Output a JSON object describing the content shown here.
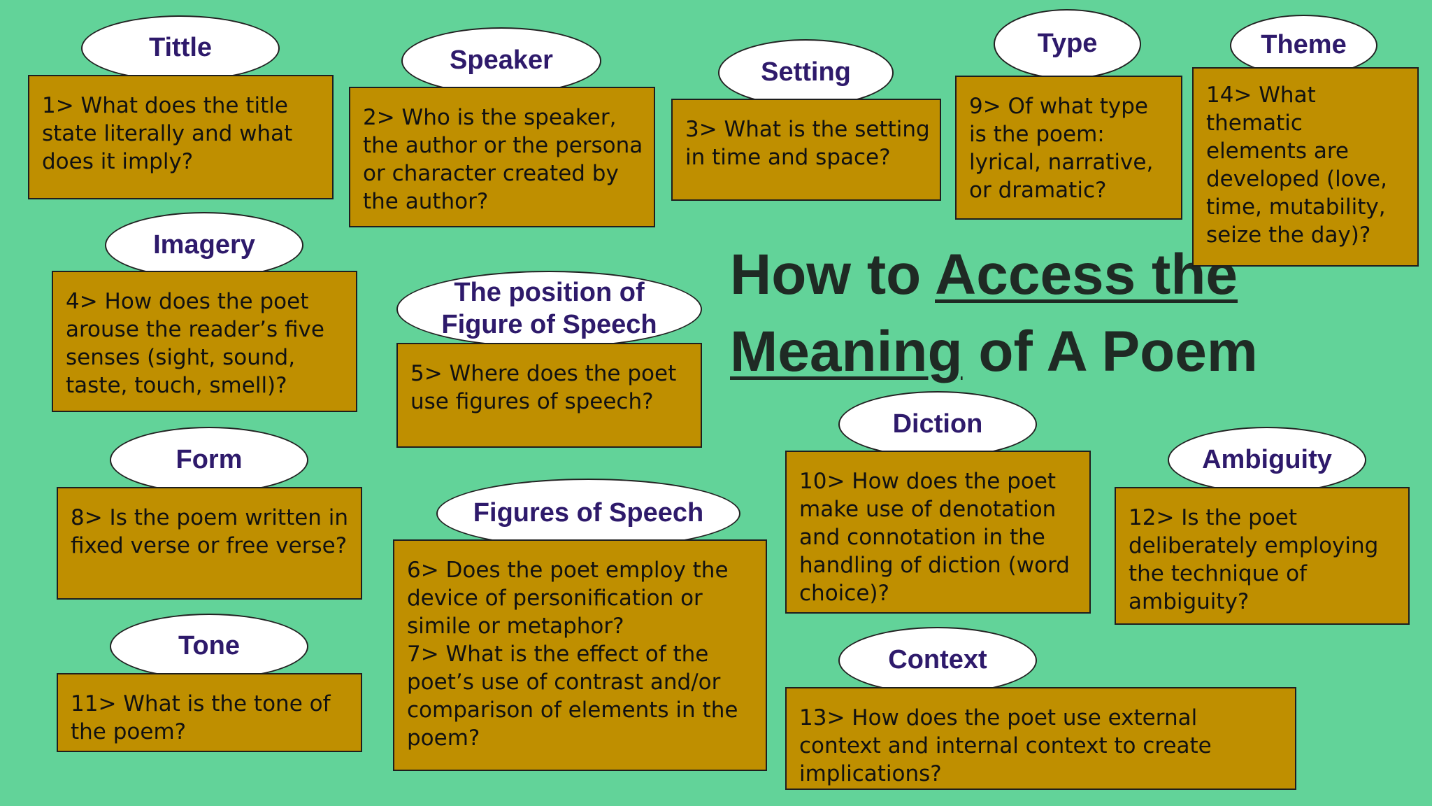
{
  "title": {
    "line1_prefix": "How to ",
    "line1_underlined": "Access the",
    "line2_underlined": "Meaning",
    "line2_suffix": " of A Poem"
  },
  "cards": [
    {
      "key": "tittle",
      "label": "Tittle",
      "text": "1> What does the title state literally and what does it imply?"
    },
    {
      "key": "speaker",
      "label": "Speaker",
      "text": "2> Who is the speaker, the author or the persona or character created by the author?"
    },
    {
      "key": "setting",
      "label": "Setting",
      "text": "3> What is the setting in time and space?"
    },
    {
      "key": "type",
      "label": "Type",
      "text": "9> Of what type is the poem: lyrical, narrative, or dramatic?"
    },
    {
      "key": "theme",
      "label": "Theme",
      "text": "14> What thematic elements are developed (love, time, mutability, seize the day)?"
    },
    {
      "key": "imagery",
      "label": "Imagery",
      "text": "4> How does the poet arouse the reader’s five senses (sight, sound, taste, touch, smell)?"
    },
    {
      "key": "position",
      "label": "The position of Figure of Speech",
      "text": "5> Where does the poet use figures of speech?"
    },
    {
      "key": "form",
      "label": "Form",
      "text": "8> Is the poem written in fixed verse or free verse?"
    },
    {
      "key": "figures",
      "label": "Figures of Speech",
      "text": "6> Does the poet employ the device of personification or simile or metaphor?\n7> What is the effect of the poet’s use of contrast and/or comparison of elements in the poem?"
    },
    {
      "key": "diction",
      "label": "Diction",
      "text": "10> How does the poet make use of denotation and connotation in the handling of diction (word choice)?"
    },
    {
      "key": "ambiguity",
      "label": "Ambiguity",
      "text": "12> Is the poet deliberately employing the technique of ambiguity?"
    },
    {
      "key": "tone",
      "label": "Tone",
      "text": "11> What is the tone of the poem?"
    },
    {
      "key": "context",
      "label": "Context",
      "text": "13> How does the poet use external context and internal context to create implications?"
    }
  ],
  "colors": {
    "background": "#62d399",
    "box_fill": "#bf8f00",
    "label_text": "#2e1a6b",
    "title_text": "#1f2a24"
  }
}
